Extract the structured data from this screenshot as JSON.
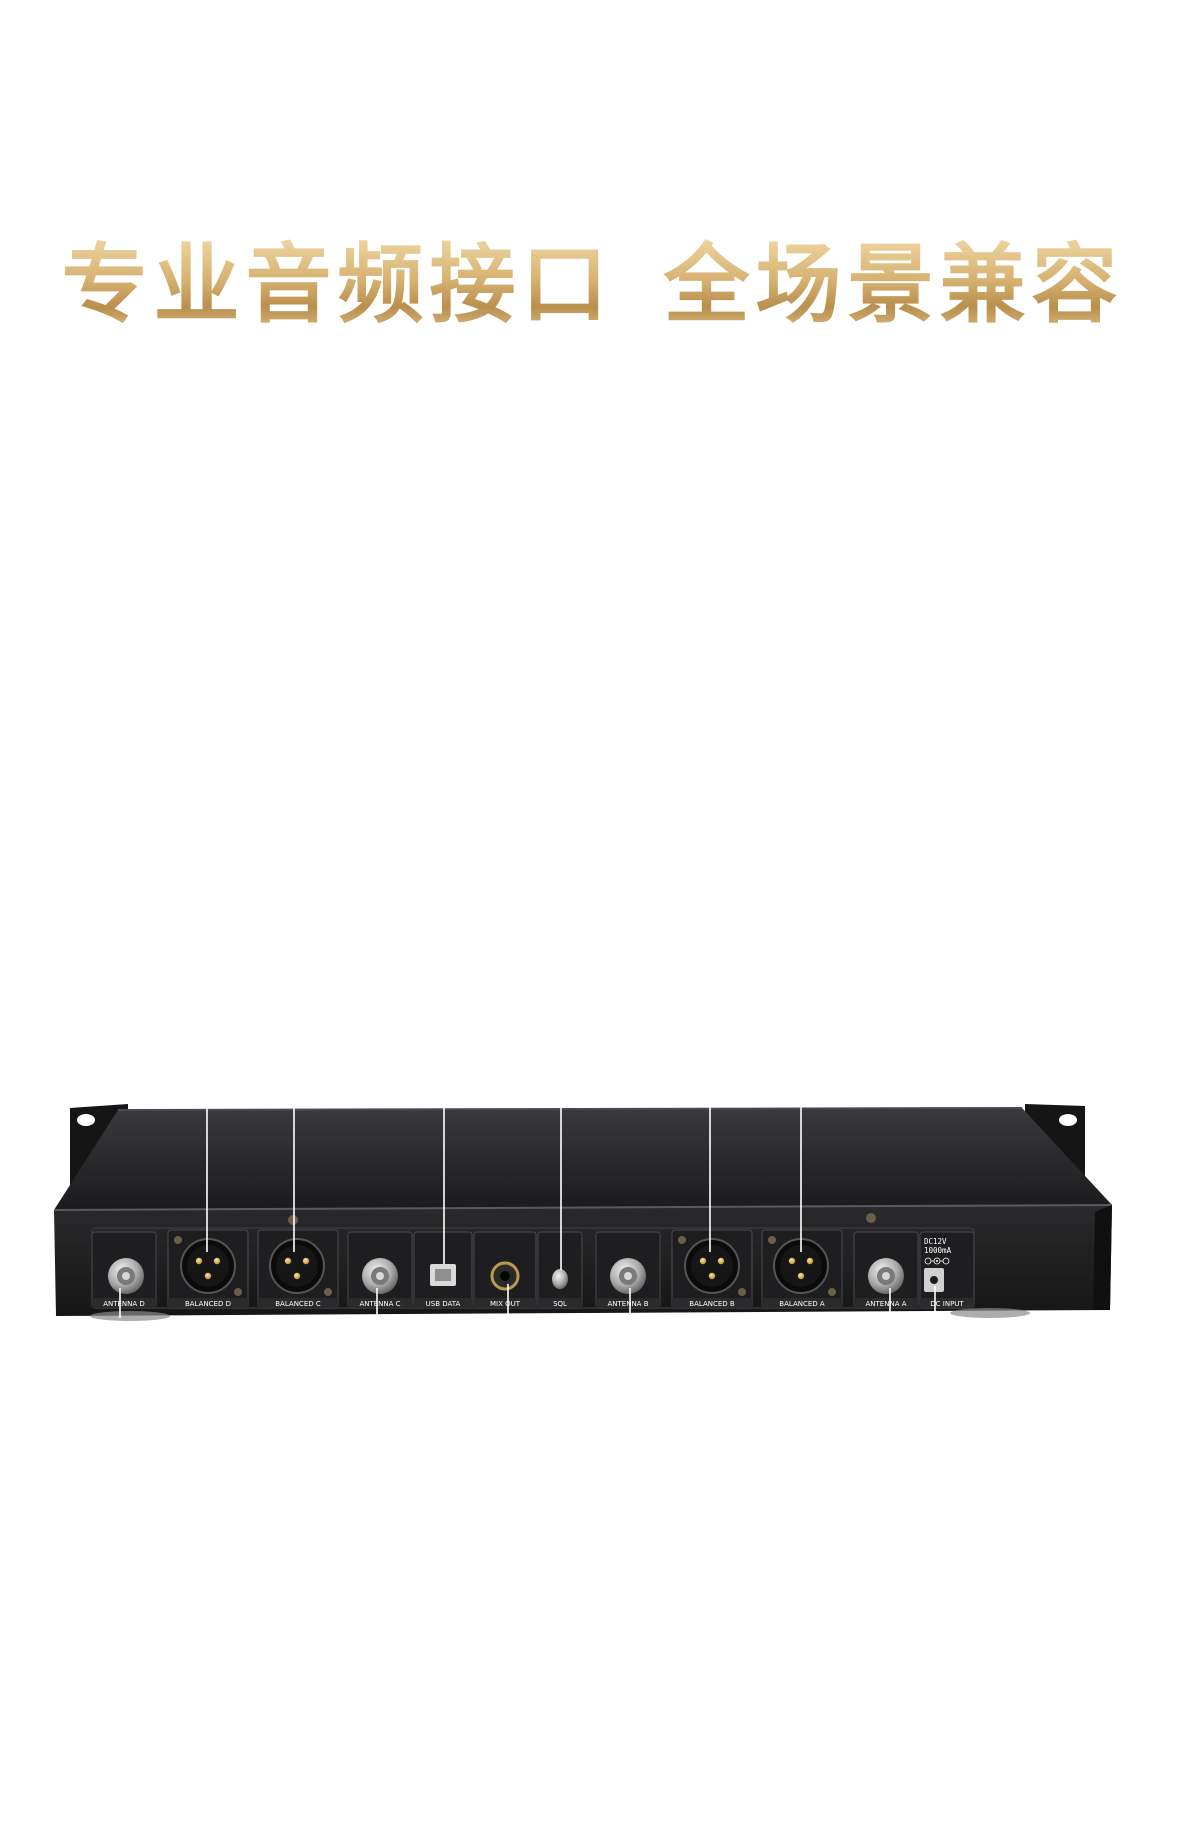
{
  "headline": {
    "part1": "专业音频接口",
    "part2": "全场景兼容"
  },
  "ports": [
    {
      "id": "antenna-d",
      "label": "ANTENNA D",
      "type": "bnc"
    },
    {
      "id": "balanced-d",
      "label": "BALANCED D",
      "type": "xlr"
    },
    {
      "id": "balanced-c",
      "label": "BALANCED C",
      "type": "xlr"
    },
    {
      "id": "antenna-c",
      "label": "ANTENNA C",
      "type": "bnc"
    },
    {
      "id": "usb-data",
      "label": "USB DATA",
      "type": "usb"
    },
    {
      "id": "mix-out",
      "label": "MIX OUT",
      "type": "jack"
    },
    {
      "id": "sql",
      "label": "SQL",
      "type": "knob"
    },
    {
      "id": "antenna-b",
      "label": "ANTENNA B",
      "type": "bnc"
    },
    {
      "id": "balanced-b",
      "label": "BALANCED B",
      "type": "xlr"
    },
    {
      "id": "balanced-a",
      "label": "BALANCED A",
      "type": "xlr"
    },
    {
      "id": "antenna-a",
      "label": "ANTENNA A",
      "type": "bnc"
    },
    {
      "id": "dc-input",
      "label": "DC INPUT",
      "type": "dc"
    }
  ],
  "dc_spec": {
    "voltage": "DC12V",
    "current": "1000mA"
  },
  "colors": {
    "gold_light": "#f2dca9",
    "gold_dark": "#b98f4d",
    "chassis": "#1c1c1e",
    "leader_line": "#ffffff"
  }
}
